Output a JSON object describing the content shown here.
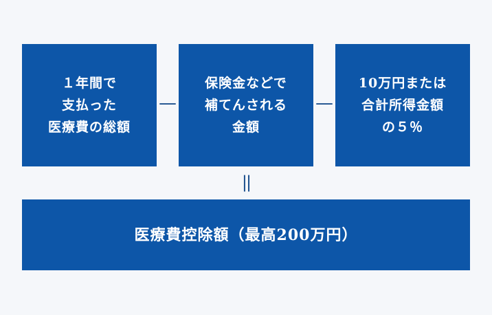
{
  "boxes": {
    "total_medical": "１年間で\n支払った\n医療費の総額",
    "insurance": "保険金などで\n補てんされる\n金額",
    "threshold": "10万円または\n合計所得金額\nの５％"
  },
  "operators": {
    "minus_1": "—",
    "minus_2": "—",
    "equals": "||"
  },
  "result": {
    "label": "医療費控除額（最高200万円）"
  },
  "colors": {
    "box_fill": "#0d56a8",
    "operator": "#1b4f8d",
    "background": "#f5f7fa"
  }
}
